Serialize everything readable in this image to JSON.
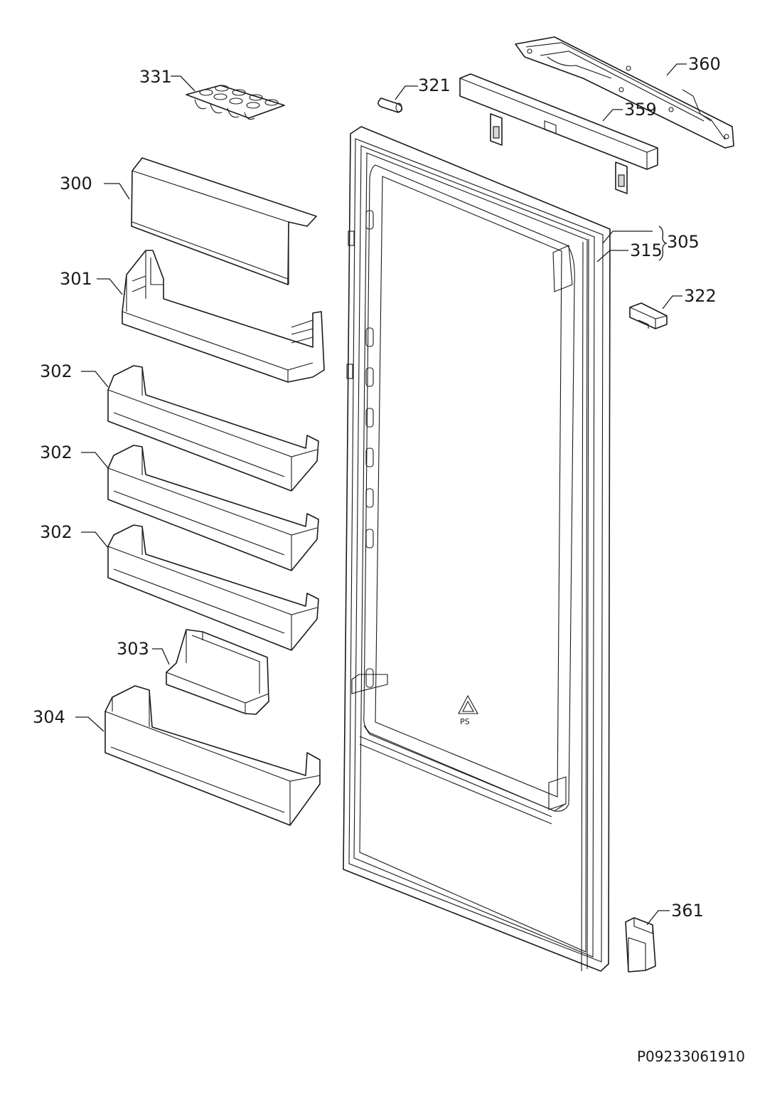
{
  "callouts": {
    "c331": "331",
    "c321": "321",
    "c360": "360",
    "c359": "359",
    "c300": "300",
    "c301": "301",
    "c305": "305",
    "c315": "315",
    "c322": "322",
    "c302a": "302",
    "c302b": "302",
    "c302c": "302",
    "c303": "303",
    "c304": "304",
    "c361": "361"
  },
  "drawing_number": "P09233061910",
  "recycle_mark": "PS",
  "colors": {
    "line": "#1a1a1a",
    "background": "#ffffff",
    "shade": "#d8d8d8"
  }
}
